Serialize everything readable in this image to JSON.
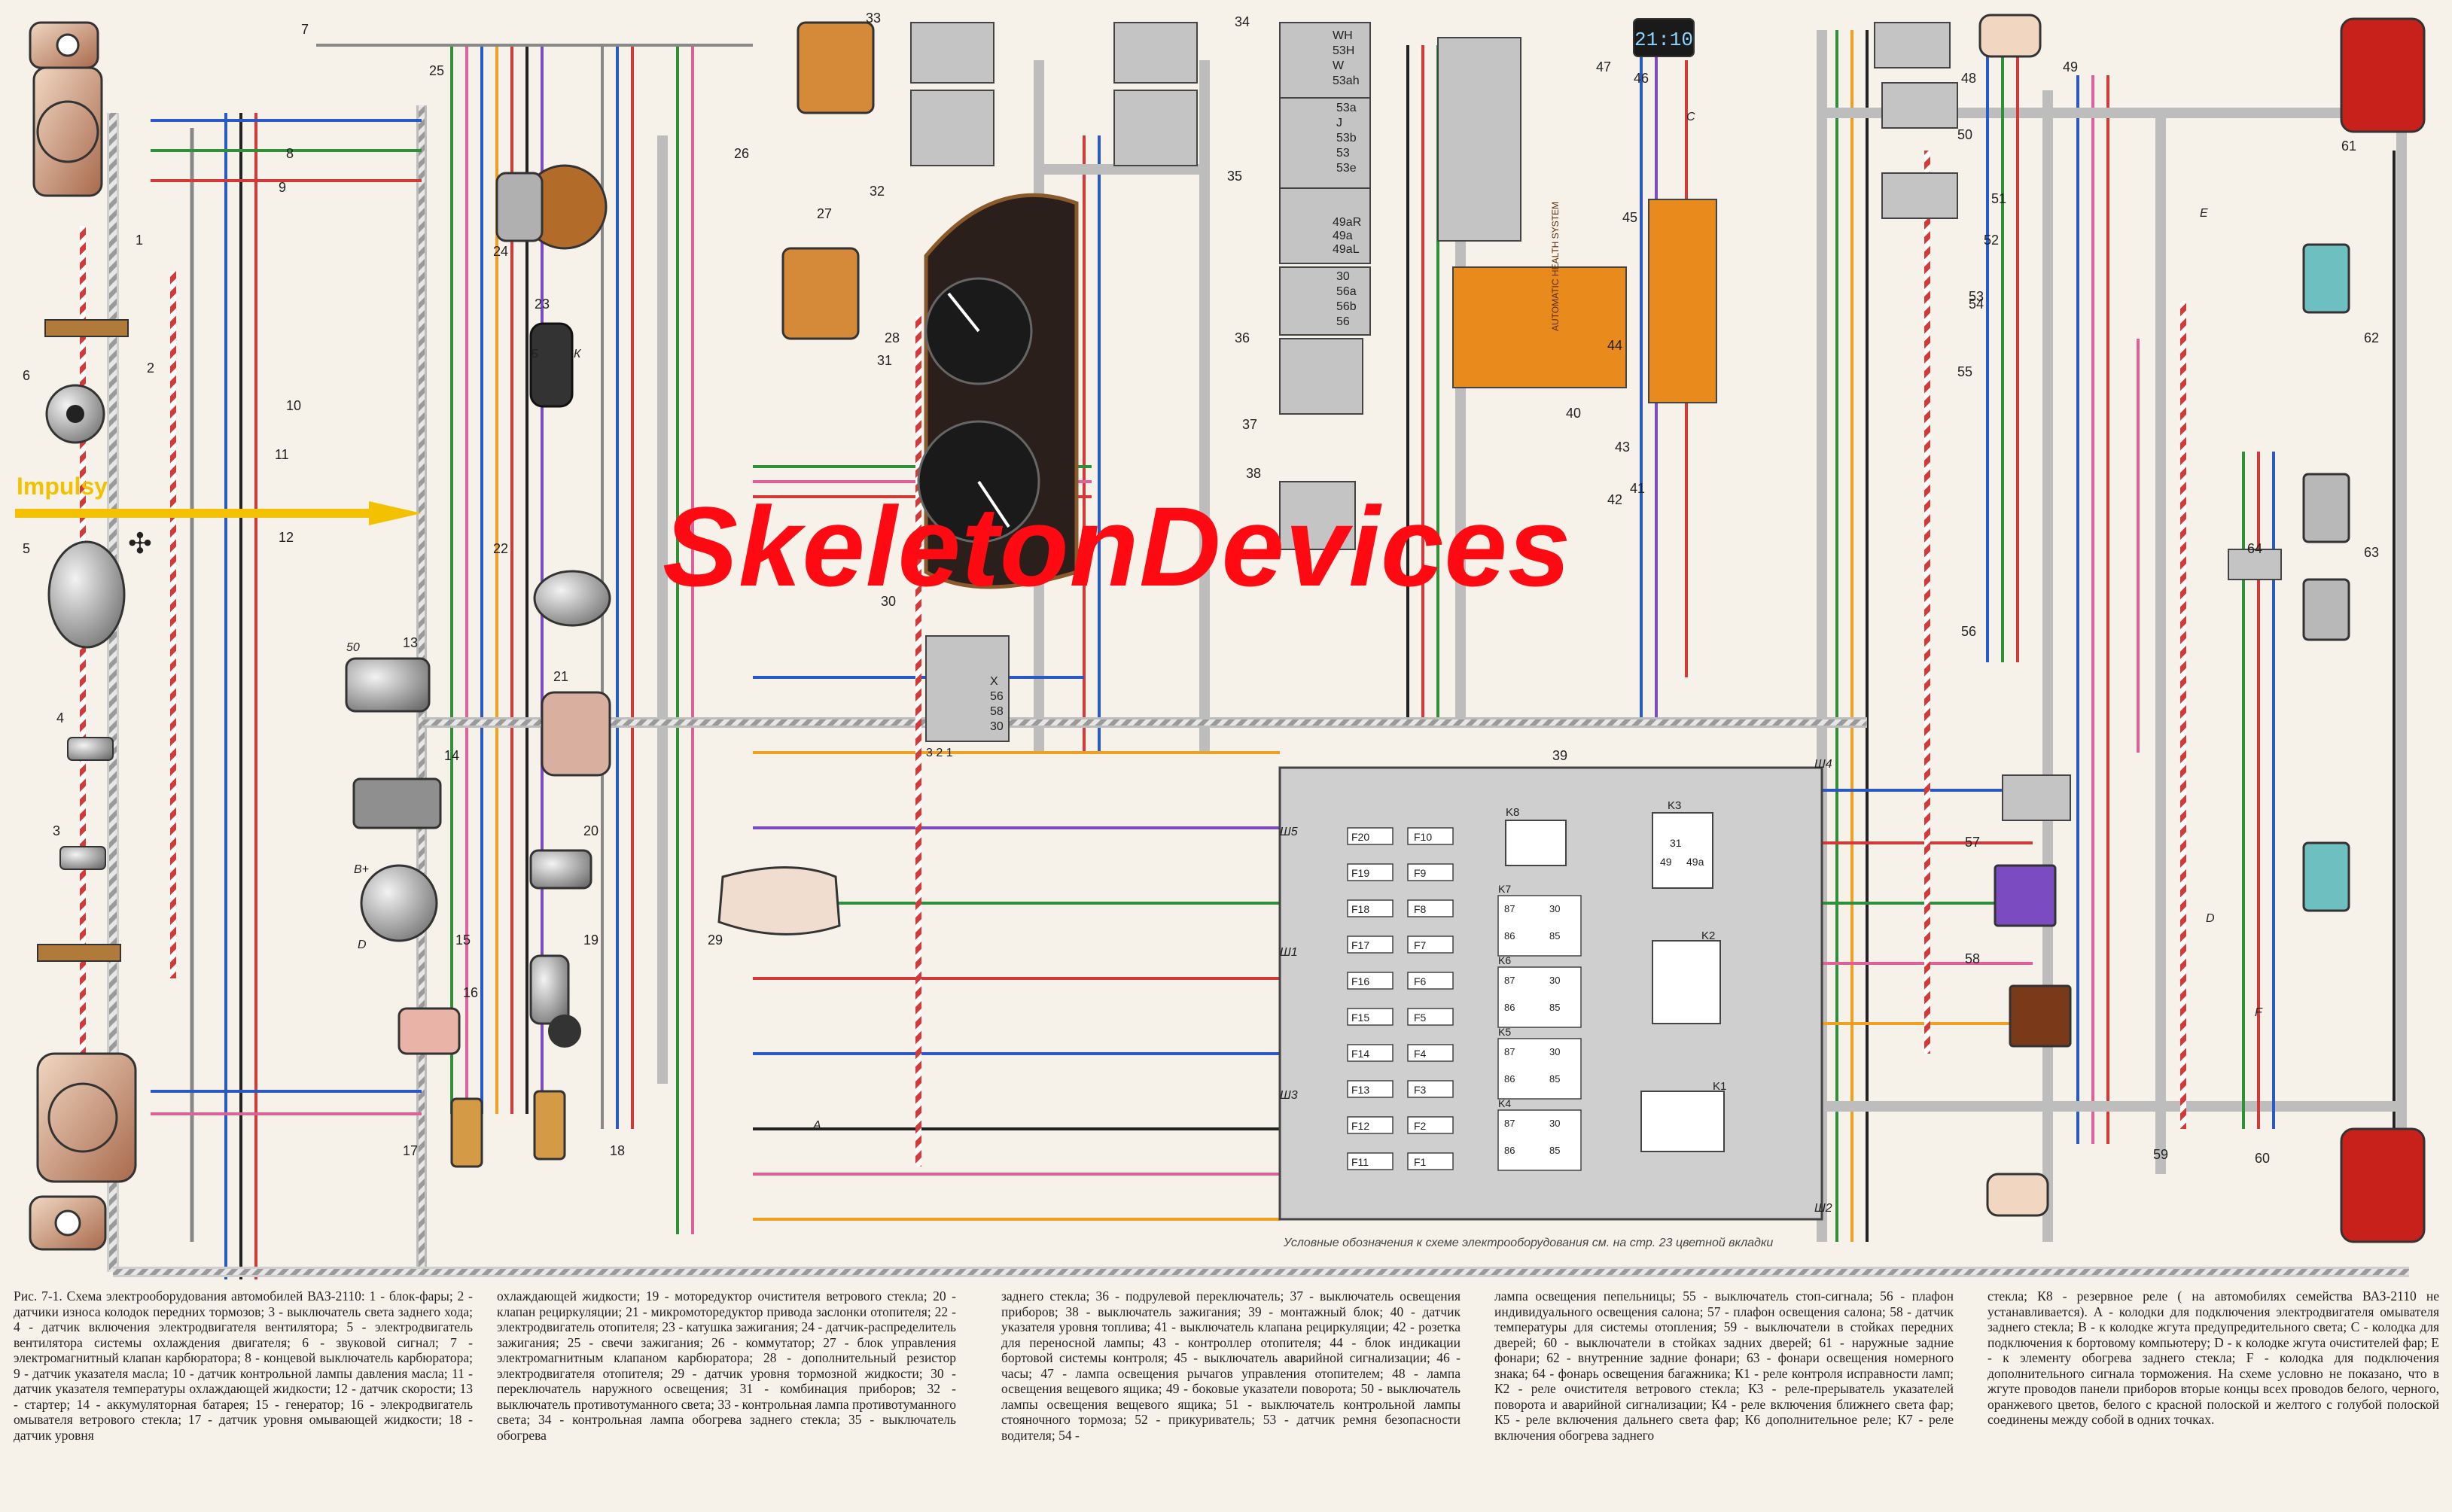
{
  "overlay": {
    "watermark": "SkeletonDevices",
    "impulse_label": "Impulsy"
  },
  "clock_display": "21:10",
  "relay_k3_terminals": [
    "31",
    "49",
    "49a"
  ],
  "fuse_labels_left": [
    "F20",
    "F19",
    "F18",
    "F17",
    "F16",
    "F15",
    "F14",
    "F13",
    "F12",
    "F11"
  ],
  "fuse_labels_right": [
    "F10",
    "F9",
    "F8",
    "F7",
    "F6",
    "F5",
    "F4",
    "F3",
    "F2",
    "F1"
  ],
  "relays": [
    {
      "name": "K8"
    },
    {
      "name": "K7",
      "pins": [
        "87",
        "30",
        "86",
        "85"
      ]
    },
    {
      "name": "K6",
      "pins": [
        "87",
        "30",
        "86",
        "85"
      ]
    },
    {
      "name": "K5",
      "pins": [
        "87",
        "30",
        "86",
        "85"
      ]
    },
    {
      "name": "K4",
      "pins": [
        "87",
        "30",
        "86",
        "85"
      ]
    },
    {
      "name": "K3"
    },
    {
      "name": "K2"
    },
    {
      "name": "K1"
    }
  ],
  "connector_labels": [
    "Ш5",
    "Ш1",
    "Ш3",
    "Ш4",
    "Ш2"
  ],
  "switch_34_terminals": [
    "WH",
    "53H",
    "W",
    "53ah"
  ],
  "switch_35_terminals": [
    "53a",
    "J",
    "53b",
    "53",
    "53e"
  ],
  "switch_hazard_terminals": [
    "49aR",
    "49a",
    "49aL"
  ],
  "switch_light_terminals": [
    "30",
    "56a",
    "56b",
    "56"
  ],
  "mounting_block_terminals": [
    "X",
    "56",
    "58",
    "30"
  ],
  "mounting_block_bottom": "3 2 1",
  "ignition_coil_pins": [
    "Б",
    "К"
  ],
  "starter_pin": "50",
  "generator_pins": [
    "B+",
    "D"
  ],
  "fuse_box_f": "F",
  "side_letters": [
    "A",
    "C",
    "D",
    "E"
  ],
  "numbers_left": [
    "1",
    "2",
    "3",
    "4",
    "5",
    "6",
    "7",
    "8",
    "9",
    "10",
    "11",
    "12",
    "13",
    "14",
    "15",
    "16",
    "17",
    "18",
    "19",
    "20",
    "21",
    "22",
    "23",
    "24",
    "25",
    "26",
    "27",
    "28",
    "29",
    "30",
    "31",
    "32",
    "33"
  ],
  "numbers_right": [
    "34",
    "35",
    "36",
    "37",
    "38",
    "39",
    "40",
    "41",
    "42",
    "43",
    "44",
    "45",
    "46",
    "47",
    "48",
    "49",
    "50",
    "51",
    "52",
    "53",
    "54",
    "55",
    "56",
    "57",
    "58",
    "59",
    "60",
    "61",
    "62",
    "63",
    "64"
  ],
  "legend_note": "Условные обозначения к схеме электрооборудования см. на стр. 23 цветной вкладки",
  "bcs_label": "AUTOMATIC HEALTH SYSTEM",
  "caption": {
    "col1": "Рис. 7-1. Схема электрооборудования автомобилей ВАЗ-2110: 1 - блок-фары; 2 - датчики износа колодок передних тормозов; 3 - выключатель света заднего хода; 4 - датчик включения электродвигателя вентилятора; 5 - электродвигатель вентилятора системы охлаждения двигателя; 6 - звуковой сигнал; 7 - электромагнитный клапан карбюратора; 8 - концевой выключатель карбюратора; 9 - датчик указателя масла; 10 - датчик контрольной лампы давления масла; 11 - датчик указателя температуры охлаждающей жидкости; 12 - датчик скорости; 13 - стартер; 14 - аккумуляторная батарея; 15 - генератор; 16 - элекродвигатель омывателя ветрового стекла; 17 - датчик уровня омывающей жидкости; 18 - датчик уровня",
    "col2": "охлаждающей жидкости; 19 - моторедуктор очистителя ветрового стекла; 20 - клапан рециркуляции; 21 - микромоторедуктор привода заслонки отопителя; 22 - электродвигатель отопителя; 23 - катушка зажигания; 24 - датчик-распределитель зажигания; 25 - свечи зажигания; 26 - коммутатор; 27 - блок управления электромагнитным клапаном карбюратора; 28 - дополнительный резистор электродвигателя отопителя; 29 - датчик уровня тормозной жидкости; 30 - переключатель наружного освещения; 31 - комбинация приборов; 32 - выключатель противотуманного света; 33 - контрольная лампа противотуманного света; 34 - контрольная лампа обогрева заднего стекла; 35 - выключатель обогрева",
    "col3": "заднего стекла; 36 - подрулевой переключатель; 37 - выключатель освещения приборов; 38 - выключатель зажигания; 39 - монтажный блок; 40 - датчик указателя уровня топлива; 41 - выключатель клапана рециркуляции; 42 - розетка для переносной лампы; 43 - контроллер отопителя; 44 - блок индикации бортовой системы контроля; 45 - выключатель аварийной сигнализации; 46 - часы; 47 - лампа освещения рычагов управления отопителем; 48 - лампа освещения вещевого ящика; 49 - боковые указатели поворота; 50 - выключатель лампы освещения вещевого ящика; 51 - выключатель контрольной лампы стояночного тормоза; 52 - прикуриватель; 53 - датчик ремня безопасности водителя; 54 -",
    "col4": "лампа освещения пепельницы; 55 - выключатель стоп-сигнала; 56 - плафон индивидуального освещения салона; 57 - плафон освещения салона; 58 - датчик температуры для системы отопления; 59 - выключатели в стойках передних дверей; 60 - выключатели в стойках задних дверей; 61 - наружные задние фонари; 62 - внутренние задние фонари; 63 - фонари освещения номерного знака; 64 - фонарь освещения багажника; К1 - реле контроля исправности ламп; К2 - реле очистителя ветрового стекла; К3 - реле-прерыватель указателей поворота и аварийной сигнализации; К4 - реле включения ближнего света фар; К5 - реле включения дальнего света фар; К6 дополнительное реле; К7 - реле включения обогрева заднего",
    "col5": "стекла; К8 - резервное реле ( на автомобилях семейства ВАЗ-2110 не устанавливается). А - колодки для подключения электродвигателя омывателя заднего стекла; В - к колодке жгута предупредительного света; С - колодка для подключения к бортовому компьютеру; D - к колодке жгута очистителей фар; Е - к элементу обогрева заднего стекла; F - колодка для подключения дополнительного сигнала торможения. На схеме условно не показано, что в жгуте проводов панели приборов вторые концы всех проводов белого, черного, оранжевого цветов, белого с красной полоской и желтого с голубой полоской соединены между собой в одних точках."
  },
  "colors": {
    "background": "#f6f2ea",
    "watermark": "#ff0a12",
    "impulse": "#f3c100",
    "connector_yellow": "#f7df2e",
    "relay_grey": "#bdbdbd",
    "bcs_orange": "#e88b1c",
    "tail_red": "#c8201a"
  }
}
